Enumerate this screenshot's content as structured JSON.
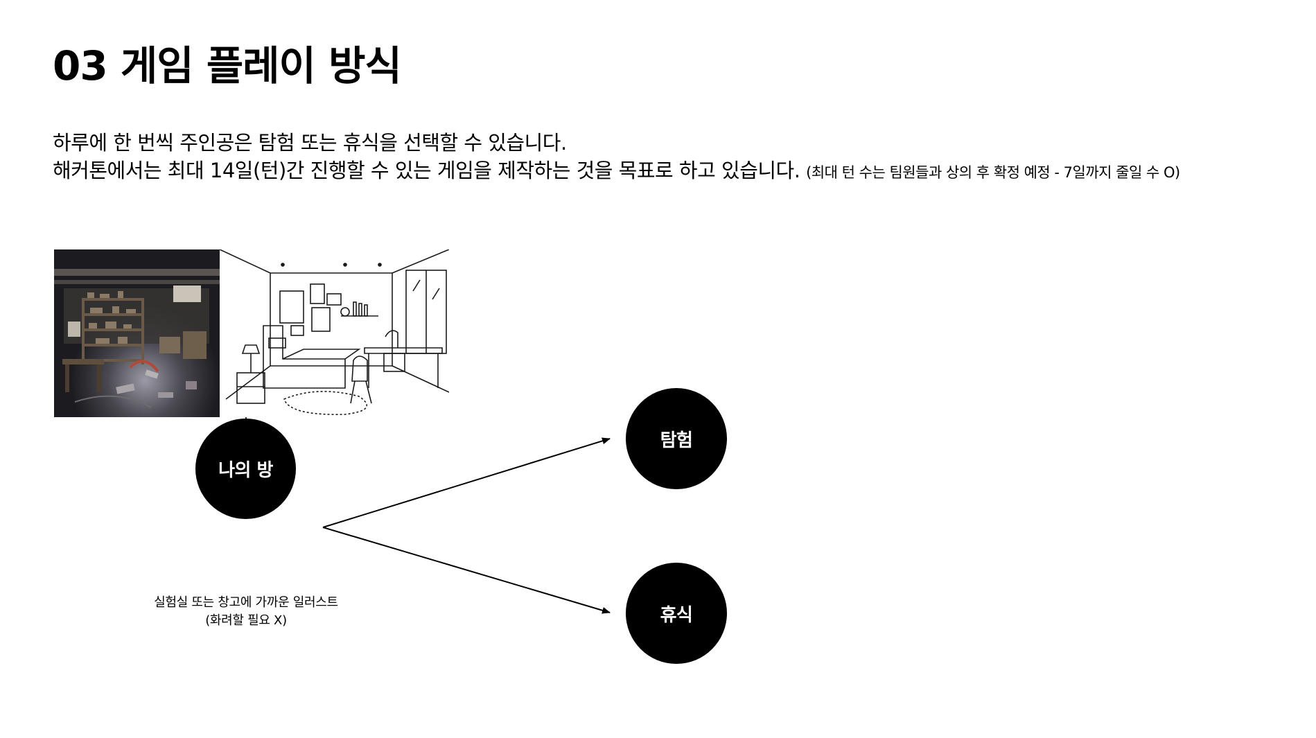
{
  "slide": {
    "title": "03 게임 플레이 방식",
    "description": {
      "line1": "하루에 한 번씩 주인공은 탐험 또는 휴식을 선택할 수 있습니다.",
      "line2": "해커톤에서는 최대 14일(턴)간 진행할 수 있는 게임을 제작하는 것을 목표로 하고 있습니다. ",
      "line2_note": "(최대 턴 수는 팀원들과 상의 후 확정 예정 - 7일까지 줄일 수 O)"
    }
  },
  "diagram": {
    "nodes": {
      "room": "나의 방",
      "explore": "탐험",
      "rest": "휴식"
    },
    "caption": {
      "line1": "실험실 또는 창고에 가까운 일러스트",
      "line2": "(화려할 필요 X)"
    },
    "colors": {
      "node_fill": "#000000",
      "node_text": "#ffffff",
      "edge": "#000000"
    }
  },
  "images": {
    "left": "dark storage room illustration with shelves",
    "right": "black and white line drawing of a bedroom"
  }
}
